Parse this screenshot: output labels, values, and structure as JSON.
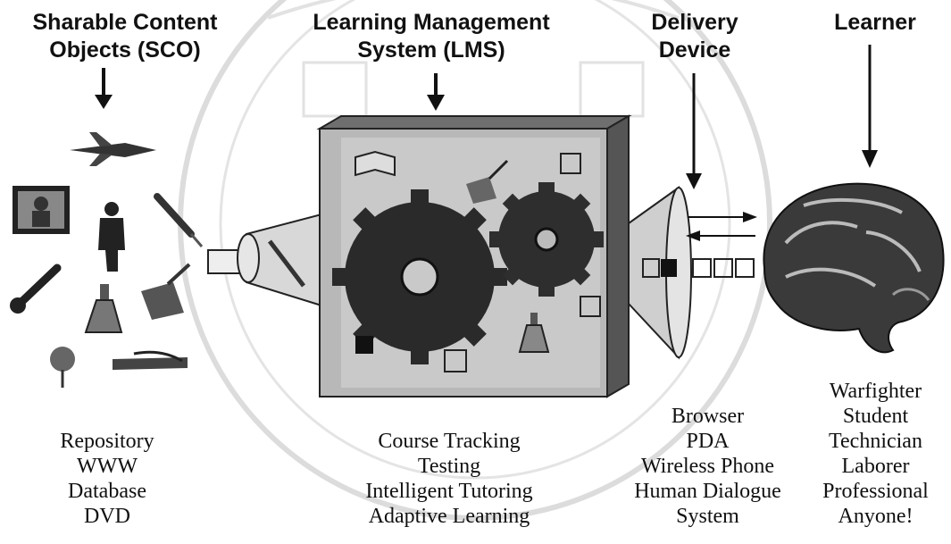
{
  "columns": [
    {
      "id": "sco",
      "title": "Sharable Content\nObjects (SCO)",
      "items": [
        "Repository",
        "WWW",
        "Database",
        "DVD"
      ]
    },
    {
      "id": "lms",
      "title": "Learning Management\nSystem (LMS)",
      "items": [
        "Course Tracking",
        "Testing",
        "Intelligent Tutoring",
        "Adaptive Learning"
      ]
    },
    {
      "id": "device",
      "title": "Delivery\nDevice",
      "items": [
        "Browser",
        "PDA",
        "Wireless Phone",
        "Human Dialogue",
        "System"
      ]
    },
    {
      "id": "learner",
      "title": "Learner",
      "items": [
        "Warfighter",
        "Student",
        "Technician",
        "Laborer",
        "Professional",
        "Anyone!"
      ]
    }
  ],
  "colors": {
    "ink": "#111111",
    "gear": "#2a2a2a",
    "box": "#9a9a9a",
    "watermark": "#d8d8d8"
  }
}
